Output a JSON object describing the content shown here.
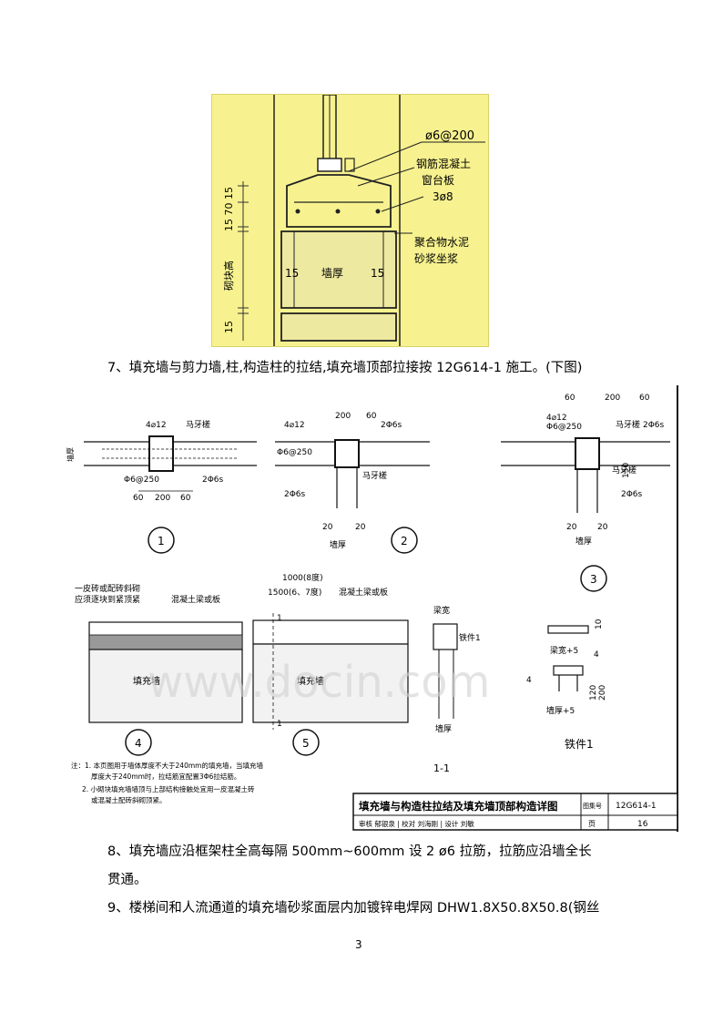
{
  "figure_top": {
    "labels": {
      "rebar_spacing": "ø6@200",
      "sill_line1": "钢筋混凝土",
      "sill_line2": "窗台板",
      "bars": "3ø8",
      "mortar_line1": "聚合物水泥",
      "mortar_line2": "砂浆坐浆",
      "wall_thickness": "墙厚",
      "side_left": "15",
      "side_right": "15",
      "dims_left": "15 70 15",
      "block_height": "砌块高",
      "bottom_dim": "15"
    }
  },
  "paragraphs": {
    "p7": "7、填充墙与剪力墙,柱,构造柱的拉结,填充墙顶部拉接按 12G614-1 施工。(下图)",
    "p8_line1": "8、填充墙应沿框架柱全高每隔 500mm~600mm 设 2 ø6 拉筋，拉筋应沿墙全长",
    "p8_line2": "贯通。",
    "p9": "9、楼梯间和人流通道的填充墙砂浆面层内加镀锌电焊网 DHW1.8X50.8X50.8(钢丝"
  },
  "figure_detail": {
    "labels": {
      "bars_4_12": "4⌀12",
      "stirrup_250": "Φ6@250",
      "horse_tooth": "马牙槎",
      "tie_2_6": "2Φ6s",
      "wall_thickness": "墙厚",
      "dim_60": "60",
      "dim_200": "200",
      "dim_20": "20",
      "dim_150": "150",
      "n1": "1",
      "n2": "2",
      "n3": "3",
      "n4": "4",
      "n5": "5",
      "note_brick_1": "一皮砖或配砖斜砌",
      "note_brick_2": "应须逐块到紧顶紧",
      "beam_slab": "混凝土梁或板",
      "fill_wall": "填充墙",
      "dim_1000": "1000(8度)",
      "dim_1500": "1500(6、7度)",
      "section_mark": "1",
      "beam_width": "梁宽",
      "iron_part": "铁件1",
      "section_title": "1-1",
      "beam_width_5": "梁宽+5",
      "dim_10": "10",
      "dim_4": "4",
      "dim_120": "120",
      "dim_200b": "200",
      "wall_thickness_5": "墙厚+5",
      "note_line1": "注：1.  本页图用于墙体厚度不大于240mm的填充墙，当填充墙",
      "note_line2": "厚度大于240mm时，拉结筋宜配置3Φ6拉结筋。",
      "note_line3": "2.  小砌块填充墙墙顶与上部结构接触处宜用一皮混凝土砖",
      "note_line4": "或混凝土配砖斜砌顶紧。",
      "title_block_title": "填充墙与构造柱拉结及填充墙顶部构造详图",
      "atlas_label": "图集号",
      "atlas_no": "12G614-1",
      "page_label": "页",
      "page_no": "16",
      "sign_row": "审核 郁银泉 | 校对 刘海刚 | 设计 刘敏"
    },
    "watermark": "www.docin.com"
  },
  "page_number": "3"
}
